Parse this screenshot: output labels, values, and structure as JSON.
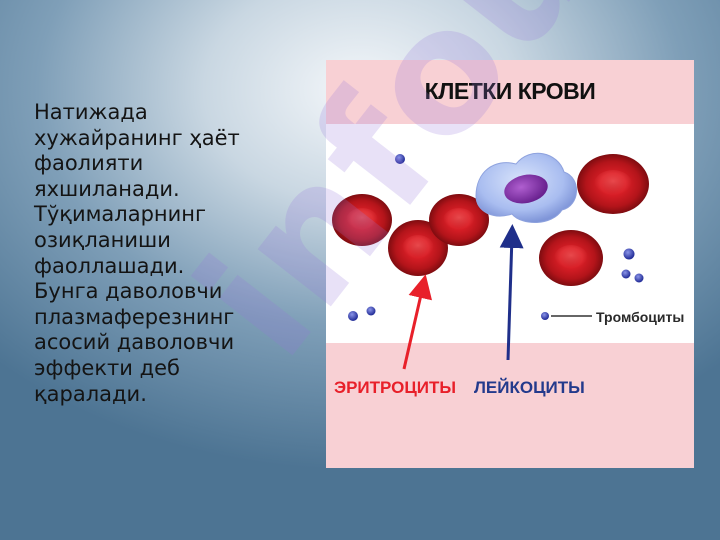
{
  "slide": {
    "paragraph": "Натижада\nхужайранинг ҳаёт\nфаолияти\nяхшиланади.\nТўқималарнинг\nозиқланиши\nфаоллашади.\nБунга даволовчи\nплазмаферезнинг\nасосий даволовчи\nэффекти деб\nқаралади."
  },
  "figure": {
    "title": "КЛЕТКИ КРОВИ",
    "labels": {
      "erythrocytes": "ЭРИТРОЦИТЫ",
      "leukocytes": "ЛЕЙКОЦИТЫ",
      "platelets": "Тромбоциты"
    }
  },
  "watermark": {
    "text": "infourok"
  },
  "colors": {
    "erythrocyte_red": "#e8202a",
    "leukocyte_blue": "#233a8c",
    "band_pink": "#f8d0d4",
    "watermark_purple": "#9678dc"
  }
}
